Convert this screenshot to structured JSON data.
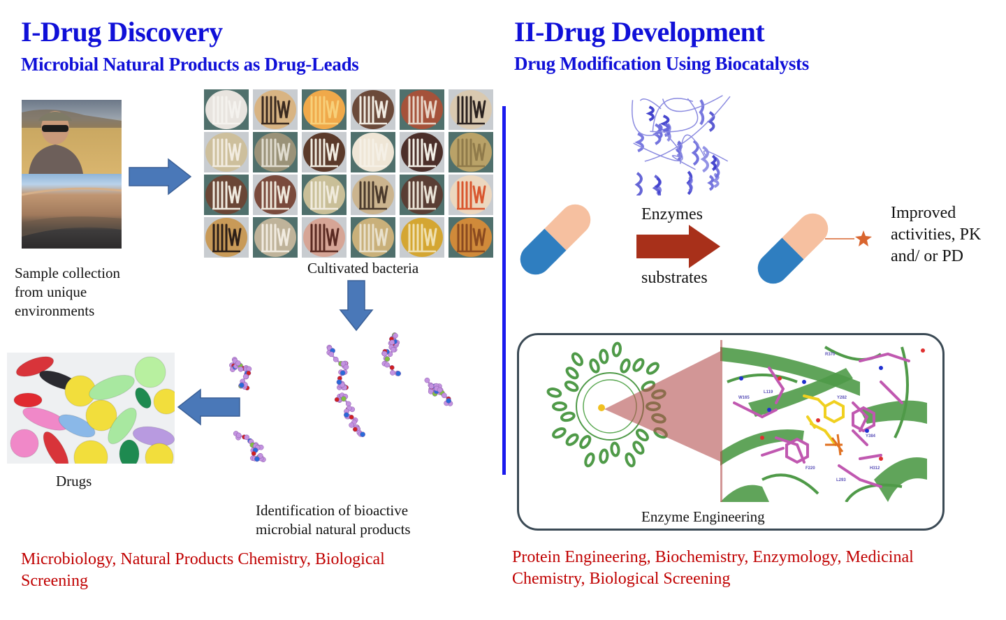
{
  "discovery": {
    "title": "I-Drug Discovery",
    "subtitle": "Microbial Natural Products as Drug-Leads",
    "sample_caption": [
      "Sample collection",
      "from unique",
      "environments"
    ],
    "bacteria_caption": "Cultivated bacteria",
    "products_caption": [
      "Identification of bioactive",
      "microbial natural products"
    ],
    "drugs_caption": "Drugs",
    "fields": [
      "Microbiology, Natural Products Chemistry, Biological",
      "Screening"
    ]
  },
  "development": {
    "title": "II-Drug Development",
    "subtitle": "Drug Modification Using Biocatalysts",
    "arrow_top_label": "Enzymes",
    "arrow_bottom_label": "substrates",
    "outcome": [
      "Improved",
      "activities, PK",
      "and/ or PD"
    ],
    "engineering_caption": "Enzyme Engineering",
    "residues": [
      "R370",
      "L119",
      "W165",
      "Y282",
      "Y384",
      "F220",
      "H312",
      "L293"
    ],
    "fields": [
      "Protein Engineering, Biochemistry, Enzymology, Medicinal",
      "Chemistry, Biological Screening"
    ]
  },
  "colors": {
    "heading_blue": "#1010d8",
    "field_red": "#c00000",
    "flow_arrow_blue": "#4a78b8",
    "reaction_arrow_red": "#a8301a",
    "capsule_blue": "#2f7ec0",
    "capsule_peach": "#f6c0a0",
    "star_orange": "#d9652e",
    "protein_green": "#4f9a48",
    "ligand_magenta": "#c058b0"
  },
  "icons": {
    "flow_arrow": "block-arrow",
    "reaction_arrow": "block-arrow",
    "capsule": "pill-capsule",
    "modification": "star"
  }
}
